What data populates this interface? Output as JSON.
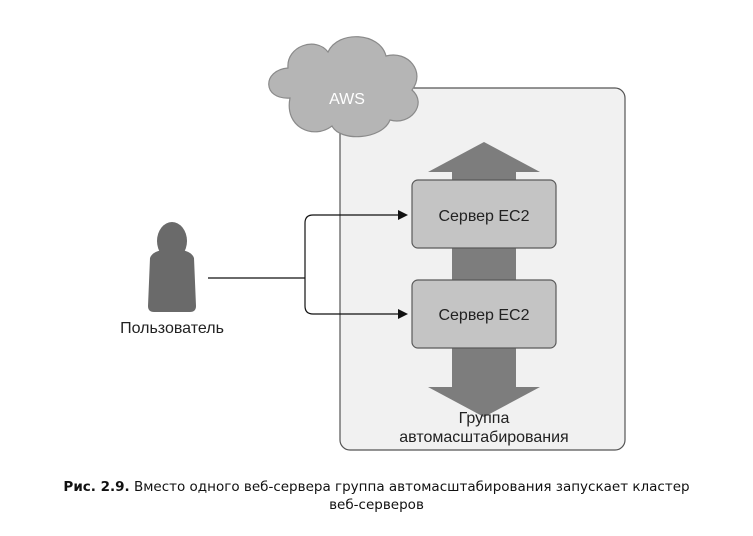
{
  "diagram": {
    "cloud_label": "AWS",
    "servers": [
      {
        "label": "Сервер EC2"
      },
      {
        "label": "Сервер EC2"
      }
    ],
    "user_label": "Пользователь",
    "group_label_line1": "Группа",
    "group_label_line2": "автомасштабирования"
  },
  "caption": {
    "label": "Рис. 2.9.",
    "text": "Вместо одного веб-сервера группа автомасштабирования запускает кластер веб-серверов"
  }
}
